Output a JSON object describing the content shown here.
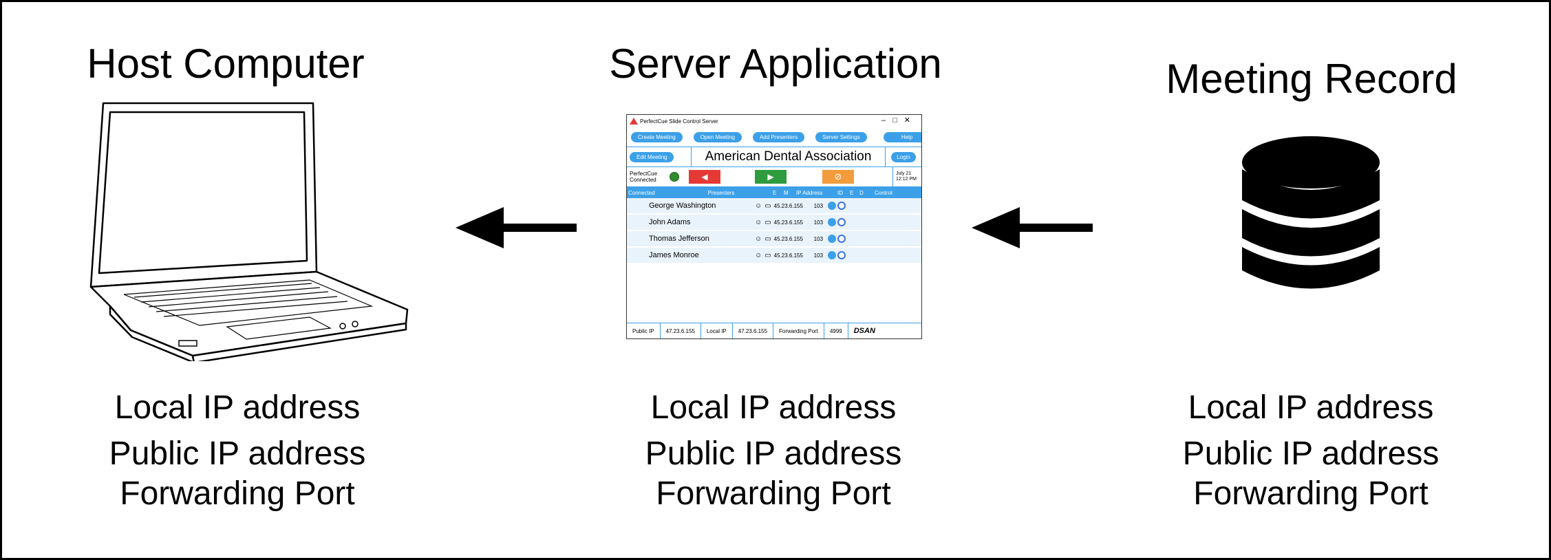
{
  "columns": [
    {
      "title": "Host Computer",
      "info": [
        "Local IP address",
        "Public IP address",
        "Forwarding Port"
      ]
    },
    {
      "title": "Server Application",
      "info": [
        "Local IP address",
        "Public IP address",
        "Forwarding Port"
      ]
    },
    {
      "title": "Meeting Record",
      "info": [
        "Local IP address",
        "Public IP address",
        "Forwarding Port"
      ]
    }
  ],
  "app": {
    "window_title": "PerfectCue Slide Control Server",
    "buttons": [
      "Create Meeting",
      "Open Meeting",
      "Add Presenters",
      "Server Settings",
      "Help"
    ],
    "edit_meeting": "Edit Meeting",
    "organization": "American Dental Association",
    "login": "Login",
    "status_line1": "PerfectCue",
    "status_line2": "Connected",
    "date_line1": "July 21",
    "date_line2": "12:12 PM",
    "headers": [
      "Connected",
      "Presenters",
      "E",
      "M",
      "IP Address",
      "ID",
      "E",
      "D",
      "Control"
    ],
    "presenters": [
      {
        "name": "George Washington",
        "ip": "45.23.6.155",
        "id": "103"
      },
      {
        "name": "John Adams",
        "ip": "45.23.6.155",
        "id": "103"
      },
      {
        "name": "Thomas Jefferson",
        "ip": "45.23.6.155",
        "id": "103"
      },
      {
        "name": "James Monroe",
        "ip": "45.23.6.155",
        "id": "103"
      }
    ],
    "footer": {
      "public_ip_label": "Public IP",
      "public_ip": "47.23.6.155",
      "local_ip_label": "Local IP",
      "local_ip": "47.23.6.155",
      "port_label": "Forwarding Port",
      "port": "4999",
      "brand": "DSAN"
    },
    "colors": {
      "accent": "#3ba0e8",
      "red": "#e53935",
      "green": "#2e9b3e",
      "orange": "#f39c3c"
    }
  }
}
